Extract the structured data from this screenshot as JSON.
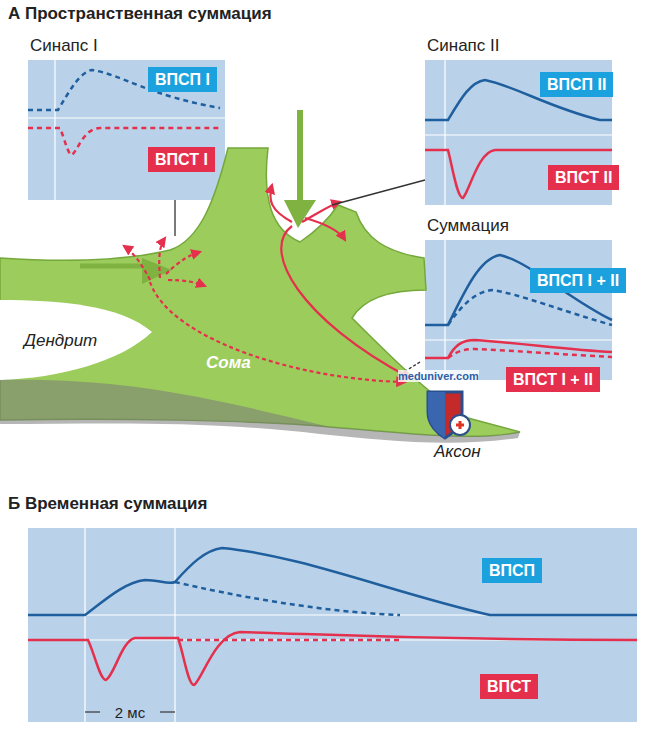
{
  "diagram": {
    "nodes": [
      {
        "text": [
          "Синапс I"
        ]
      },
      {
        "text": [
          "ВПСП I"
        ],
        "in": 0
      },
      {
        "text": [
          "ВПСТ I"
        ],
        "in": 0
      },
      {
        "text": [
          "Синапс II"
        ]
      },
      {
        "text": [
          "ВПСП II"
        ],
        "in": 3
      },
      {
        "text": [
          "ВПСТ II"
        ],
        "in": 3
      },
      {
        "text": [
          "Суммация"
        ]
      },
      {
        "text": [
          "ВПСП I + II"
        ],
        "in": 6
      },
      {
        "text": [
          "ВПСТ I + II"
        ],
        "in": 6
      },
      {
        "text": [
          "ВПСП"
        ]
      },
      {
        "text": [
          "ВПСТ"
        ]
      }
    ],
    "labels": [
      "А Пространственная суммация",
      "Б Временная суммация",
      "Дендрит",
      "Сома",
      "Аксон",
      "2 мс",
      "meduniver.com"
    ]
  }
}
